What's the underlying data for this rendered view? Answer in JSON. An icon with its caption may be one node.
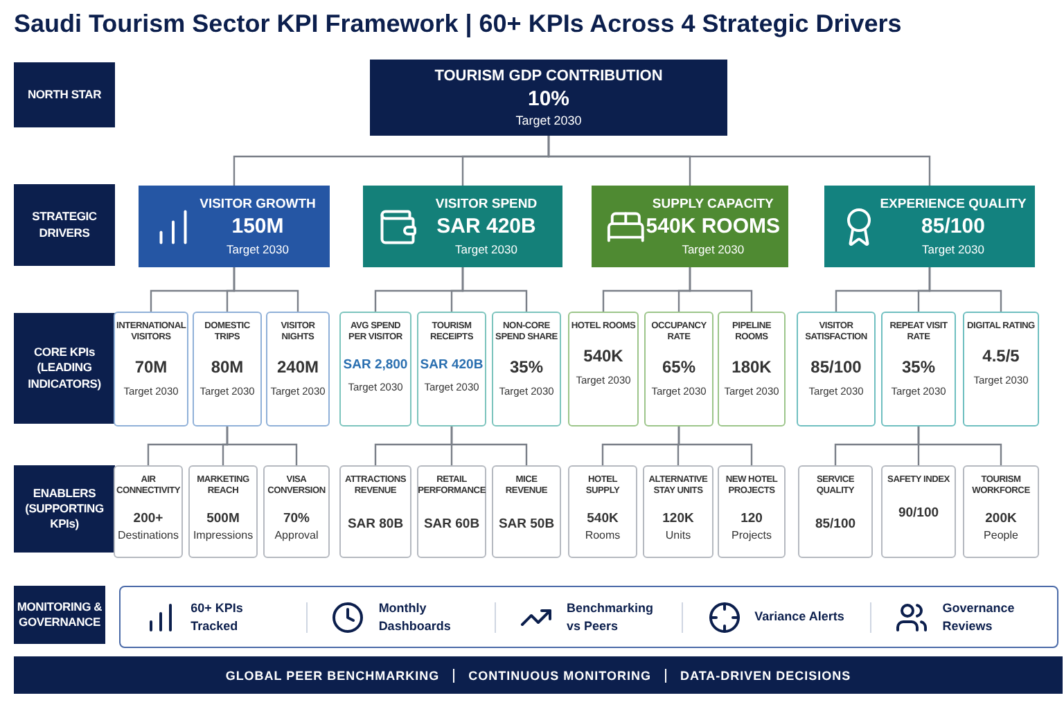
{
  "diagram": {
    "title": "Saudi Tourism Sector KPI Framework | 60+ KPIs Across 4 Strategic Drivers",
    "nodes": [
      {
        "text": [
          "NORTH STAR"
        ]
      },
      {
        "text": [
          "TOURISM GDP CONTRIBUTION",
          "10%",
          "Target 2030"
        ]
      },
      {
        "text": [
          "STRATEGIC DRIVERS"
        ]
      },
      {
        "text": [
          "VISITOR GROWTH",
          "150M",
          "Target 2030"
        ]
      },
      {
        "text": [
          "VISITOR SPEND",
          "SAR 420B",
          "Target 2030"
        ]
      },
      {
        "text": [
          "SUPPLY CAPACITY",
          "540K ROOMS",
          "Target 2030"
        ]
      },
      {
        "text": [
          "EXPERIENCE QUALITY",
          "85/100",
          "Target 2030"
        ]
      },
      {
        "text": [
          "CORE KPIs (LEADING INDICATORS)"
        ]
      },
      {
        "text": [
          "INTERNATIONAL VISITORS",
          "70M",
          "Target 2030"
        ]
      },
      {
        "text": [
          "DOMESTIC TRIPS",
          "80M",
          "Target 2030"
        ]
      },
      {
        "text": [
          "VISITOR NIGHTS",
          "240M",
          "Target 2030"
        ]
      },
      {
        "text": [
          "AVG SPEND PER VISITOR",
          "SAR 2,800",
          "Target 2030"
        ]
      },
      {
        "text": [
          "TOURISM RECEIPTS",
          "SAR 420B",
          "Target 2030"
        ]
      },
      {
        "text": [
          "NON-CORE SPEND SHARE",
          "35%",
          "Target 2030"
        ]
      },
      {
        "text": [
          "HOTEL ROOMS",
          "540K",
          "Target 2030"
        ]
      },
      {
        "text": [
          "OCCUPANCY RATE",
          "65%",
          "Target 2030"
        ]
      },
      {
        "text": [
          "PIPELINE ROOMS",
          "180K",
          "Target 2030"
        ]
      },
      {
        "text": [
          "VISITOR SATISFACTION",
          "85/100",
          "Target 2030"
        ]
      },
      {
        "text": [
          "REPEAT VISIT RATE",
          "35%",
          "Target 2030"
        ]
      },
      {
        "text": [
          "DIGITAL RATING",
          "4.5/5",
          "Target 2030"
        ]
      },
      {
        "text": [
          "ENABLERS (SUPPORTING KPIs)"
        ]
      },
      {
        "text": [
          "AIR CONNECTIVITY",
          "200+",
          "Destinations"
        ]
      },
      {
        "text": [
          "MARKETING REACH",
          "500M",
          "Impressions"
        ]
      },
      {
        "text": [
          "VISA CONVERSION",
          "70%",
          "Approval"
        ]
      },
      {
        "text": [
          "ATTRACTIONS REVENUE",
          "SAR 80B"
        ]
      },
      {
        "text": [
          "RETAIL PERFORMANCE",
          "SAR 60B"
        ]
      },
      {
        "text": [
          "MICE REVENUE",
          "SAR 50B"
        ]
      },
      {
        "text": [
          "HOTEL SUPPLY",
          "540K",
          "Rooms"
        ]
      },
      {
        "text": [
          "ALTERNATIVE STAY UNITS",
          "120K",
          "Units"
        ]
      },
      {
        "text": [
          "NEW HOTEL PROJECTS",
          "120",
          "Projects"
        ]
      },
      {
        "text": [
          "SERVICE QUALITY",
          "85/100"
        ]
      },
      {
        "text": [
          "SAFETY INDEX",
          "90/100"
        ]
      },
      {
        "text": [
          "TOURISM WORKFORCE",
          "200K",
          "People"
        ]
      },
      {
        "text": [
          "MONITORING & GOVERNANCE"
        ]
      },
      {
        "text": [
          "60+ KPIs Tracked",
          "Monthly Dashboards",
          "Benchmarking vs Peers",
          "Variance Alerts",
          "Governance Reviews"
        ]
      },
      {
        "text": [
          "GLOBAL PEER BENCHMARKING",
          "CONTINUOUS MONITORING",
          "DATA-DRIVEN DECISIONS"
        ]
      }
    ],
    "edges": [
      {
        "from": 1,
        "to": 3,
        "arrow": "none"
      },
      {
        "from": 1,
        "to": 4,
        "arrow": "none"
      },
      {
        "from": 1,
        "to": 5,
        "arrow": "none"
      },
      {
        "from": 1,
        "to": 6,
        "arrow": "none"
      },
      {
        "from": 3,
        "to": 8,
        "arrow": "none"
      },
      {
        "from": 3,
        "to": 9,
        "arrow": "none"
      },
      {
        "from": 3,
        "to": 10,
        "arrow": "none"
      },
      {
        "from": 4,
        "to": 11,
        "arrow": "none"
      },
      {
        "from": 4,
        "to": 12,
        "arrow": "none"
      },
      {
        "from": 4,
        "to": 13,
        "arrow": "none"
      },
      {
        "from": 5,
        "to": 14,
        "arrow": "none"
      },
      {
        "from": 5,
        "to": 15,
        "arrow": "none"
      },
      {
        "from": 5,
        "to": 16,
        "arrow": "none"
      },
      {
        "from": 6,
        "to": 17,
        "arrow": "none"
      },
      {
        "from": 6,
        "to": 18,
        "arrow": "none"
      },
      {
        "from": 6,
        "to": 19,
        "arrow": "none"
      },
      {
        "from": 9,
        "to": 21,
        "arrow": "none"
      },
      {
        "from": 9,
        "to": 22,
        "arrow": "none"
      },
      {
        "from": 9,
        "to": 23,
        "arrow": "none"
      },
      {
        "from": 12,
        "to": 24,
        "arrow": "none"
      },
      {
        "from": 12,
        "to": 25,
        "arrow": "none"
      },
      {
        "from": 12,
        "to": 26,
        "arrow": "none"
      },
      {
        "from": 15,
        "to": 27,
        "arrow": "none"
      },
      {
        "from": 15,
        "to": 28,
        "arrow": "none"
      },
      {
        "from": 15,
        "to": 29,
        "arrow": "none"
      },
      {
        "from": 18,
        "to": 30,
        "arrow": "none"
      },
      {
        "from": 18,
        "to": 31,
        "arrow": "none"
      },
      {
        "from": 18,
        "to": 32,
        "arrow": "none"
      }
    ]
  }
}
